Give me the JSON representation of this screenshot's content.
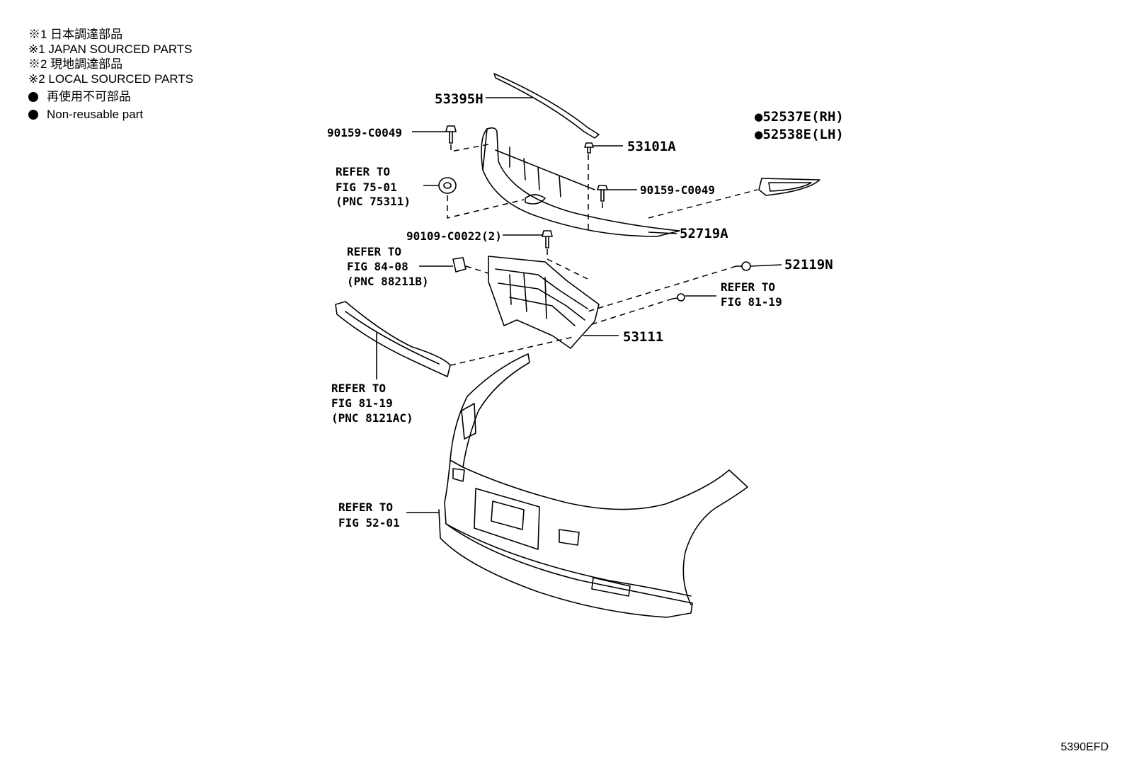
{
  "legend": {
    "line1": "※1 日本調達部品",
    "line2": "※1 JAPAN SOURCED PARTS",
    "line3": "※2 現地調達部品",
    "line4": "※2 LOCAL SOURCED PARTS",
    "nonreuse_jp": "再使用不可部品",
    "nonreuse_en": "Non-reusable part"
  },
  "callouts": {
    "p53395h": "53395H",
    "p90159_top": "90159-C0049",
    "p53101a": "53101A",
    "p52537e": "●52537E(RH)",
    "p52538e": "●52538E(LH)",
    "ref75_1": "REFER TO",
    "ref75_2": "FIG 75-01",
    "ref75_3": "(PNC 75311)",
    "p90159_right": "90159-C0049",
    "p90109": "90109-C0022(2)",
    "p52719a": "52719A",
    "ref84_1": "REFER TO",
    "ref84_2": "FIG 84-08",
    "ref84_3": "(PNC 88211B)",
    "p52119n": "52119N",
    "ref81r_1": "REFER TO",
    "ref81r_2": "FIG 81-19",
    "p53111": "53111",
    "ref81l_1": "REFER TO",
    "ref81l_2": "FIG 81-19",
    "ref81l_3": "(PNC 8121AC)",
    "ref52_1": "REFER TO",
    "ref52_2": "FIG 52-01"
  },
  "drawing_code": "5390EFD"
}
